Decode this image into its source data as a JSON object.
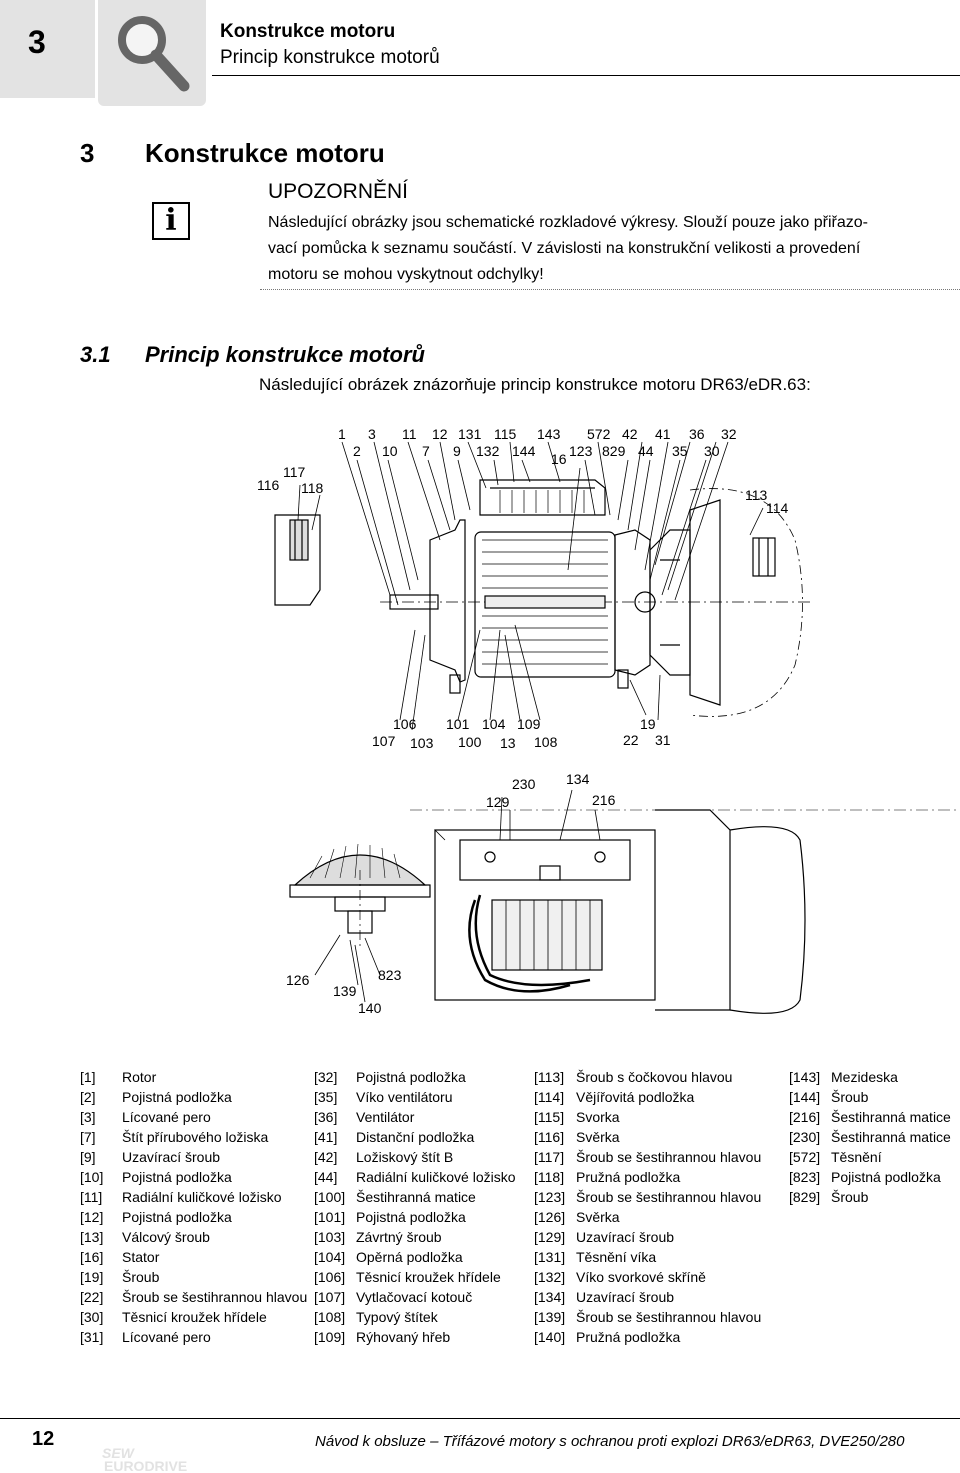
{
  "header": {
    "chapter_number": "3",
    "title": "Konstrukce motoru",
    "subtitle": "Princip konstrukce motorů"
  },
  "section": {
    "number": "3",
    "title": "Konstrukce motoru"
  },
  "note": {
    "title": "UPOZORNĚNÍ",
    "icon": "info-icon",
    "lines": [
      "Následující obrázky jsou schematické rozkladové výkresy. Slouží pouze jako přiřazo-",
      "vací pomůcka k seznamu součástí. V závislosti na konstrukční velikosti a provedení",
      "motoru se mohou vyskytnout odchylky!"
    ]
  },
  "subsection": {
    "number": "3.1",
    "title": "Princip konstrukce motorů",
    "intro": "Následující obrázek znázorňuje princip konstrukce motoru DR63/eDR.63:"
  },
  "drawing1_labels": {
    "top_row1": [
      "1",
      "3",
      "11",
      "12",
      "131",
      "115",
      "143",
      "572",
      "42",
      "41",
      "36",
      "32"
    ],
    "top_row2": [
      "2",
      "10",
      "7",
      "9",
      "132",
      "144",
      "123",
      "829",
      "44",
      "35",
      "30"
    ],
    "extra": [
      "16",
      "117",
      "116",
      "118",
      "113",
      "114"
    ],
    "bottom_row1": [
      "106",
      "101",
      "104",
      "109",
      "19"
    ],
    "bottom_row2": [
      "107",
      "103",
      "100",
      "13",
      "108",
      "22",
      "31"
    ]
  },
  "drawing2_labels": [
    "230",
    "134",
    "129",
    "216",
    "126",
    "823",
    "139",
    "140"
  ],
  "legend": [
    [
      [
        "[1]",
        "Rotor"
      ],
      [
        "[2]",
        "Pojistná podložka"
      ],
      [
        "[3]",
        "Lícované pero"
      ],
      [
        "[7]",
        "Štít přírubového ložiska"
      ],
      [
        "[9]",
        "Uzavírací šroub"
      ],
      [
        "[10]",
        "Pojistná podložka"
      ],
      [
        "[11]",
        "Radiální kuličkové ložisko"
      ],
      [
        "[12]",
        "Pojistná podložka"
      ],
      [
        "[13]",
        "Válcový šroub"
      ],
      [
        "[16]",
        "Stator"
      ],
      [
        "[19]",
        "Šroub"
      ],
      [
        "[22]",
        "Šroub se šestihrannou hlavou"
      ],
      [
        "[30]",
        "Těsnicí kroužek hřídele"
      ],
      [
        "[31]",
        "Lícované pero"
      ]
    ],
    [
      [
        "[32]",
        "Pojistná podložka"
      ],
      [
        "[35]",
        "Víko ventilátoru"
      ],
      [
        "[36]",
        "Ventilátor"
      ],
      [
        "[41]",
        "Distanční podložka"
      ],
      [
        "[42]",
        "Ložiskový štít B"
      ],
      [
        "[44]",
        "Radiální kuličkové ložisko"
      ],
      [
        "[100]",
        "Šestihranná matice"
      ],
      [
        "[101]",
        "Pojistná podložka"
      ],
      [
        "[103]",
        "Závrtný šroub"
      ],
      [
        "[104]",
        "Opěrná podložka"
      ],
      [
        "[106]",
        "Těsnicí kroužek hřídele"
      ],
      [
        "[107]",
        "Vytlačovací kotouč"
      ],
      [
        "[108]",
        "Typový štítek"
      ],
      [
        "[109]",
        "Rýhovaný hřeb"
      ]
    ],
    [
      [
        "[113]",
        "Šroub s čočkovou hlavou"
      ],
      [
        "[114]",
        "Vějířovitá podložka"
      ],
      [
        "[115]",
        "Svorka"
      ],
      [
        "[116]",
        "Svěrka"
      ],
      [
        "[117]",
        "Šroub se šestihrannou hlavou"
      ],
      [
        "[118]",
        "Pružná podložka"
      ],
      [
        "[123]",
        "Šroub se šestihrannou hlavou"
      ],
      [
        "[126]",
        "Svěrka"
      ],
      [
        "[129]",
        "Uzavírací šroub"
      ],
      [
        "[131]",
        "Těsnění víka"
      ],
      [
        "[132]",
        "Víko svorkové skříně"
      ],
      [
        "[134]",
        "Uzavírací šroub"
      ],
      [
        "[139]",
        "Šroub se šestihrannou hlavou"
      ],
      [
        "[140]",
        "Pružná podložka"
      ]
    ],
    [
      [
        "[143]",
        "Mezideska"
      ],
      [
        "[144]",
        "Šroub"
      ],
      [
        "[216]",
        "Šestihranná matice"
      ],
      [
        "[230]",
        "Šestihranná matice"
      ],
      [
        "[572]",
        "Těsnění"
      ],
      [
        "[823]",
        "Pojistná podložka"
      ],
      [
        "[829]",
        "Šroub"
      ]
    ]
  ],
  "footer": {
    "page_number": "12",
    "text": "Návod k obsluze – Třífázové motory s ochranou proti explozi DR63/eDR63, DVE250/280",
    "logo_text": "SEW",
    "logo_sub": "EURODRIVE"
  }
}
